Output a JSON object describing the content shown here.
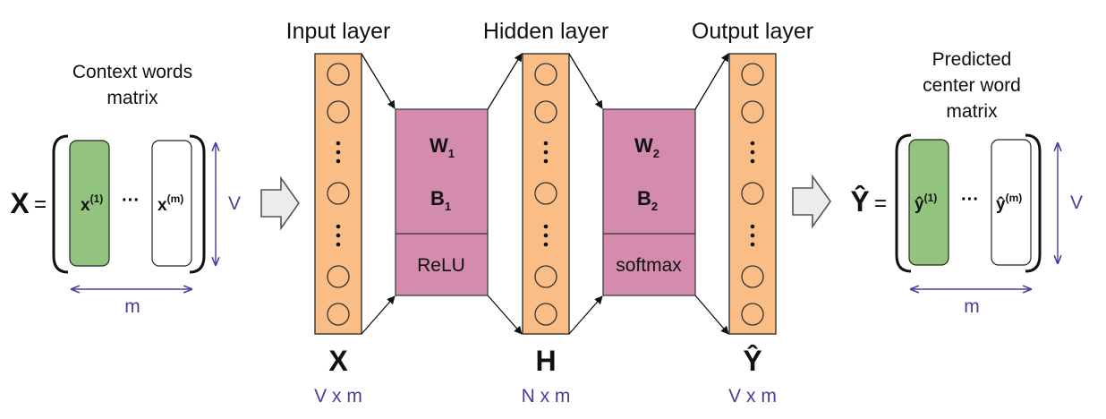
{
  "headers": {
    "input": "Input layer",
    "hidden": "Hidden layer",
    "output": "Output layer"
  },
  "left_matrix": {
    "caption_line1": "Context words",
    "caption_line2": "matrix",
    "var": "X",
    "equals": "=",
    "col_first": "x",
    "col_first_sup": "(1)",
    "ellipsis": "···",
    "col_last": "x",
    "col_last_sup": "(m)",
    "dim_rows": "V",
    "dim_cols": "m"
  },
  "right_matrix": {
    "caption_line1": "Predicted",
    "caption_line2": "center word",
    "caption_line3": "matrix",
    "var": "Ŷ",
    "equals": "=",
    "col_first": "ŷ",
    "col_first_sup": "(1)",
    "ellipsis": "···",
    "col_last": "ŷ",
    "col_last_sup": "(m)",
    "dim_rows": "V",
    "dim_cols": "m"
  },
  "box1": {
    "weight": "W",
    "weight_sub": "1",
    "bias": "B",
    "bias_sub": "1",
    "activation": "ReLU"
  },
  "box2": {
    "weight": "W",
    "weight_sub": "2",
    "bias": "B",
    "bias_sub": "2",
    "activation": "softmax"
  },
  "bottom": {
    "input_symbol": "X",
    "input_dim": "V x m",
    "hidden_symbol": "H",
    "hidden_dim": "N x m",
    "output_symbol": "Ŷ",
    "output_dim": "V x m"
  },
  "colors": {
    "layer_fill": "#f9bd85",
    "box_fill": "#d48cae",
    "matrix_column_fill": "#92c47f",
    "dim_text": "#4b3d9a",
    "arrow_fill": "#ececec"
  }
}
